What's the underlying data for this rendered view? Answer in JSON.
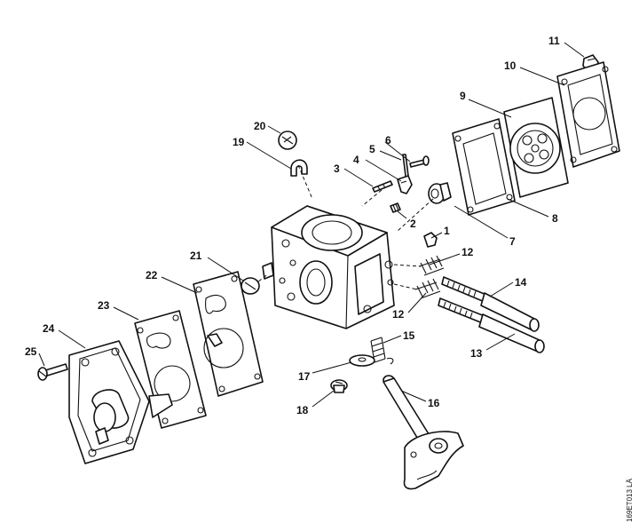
{
  "diagram": {
    "callouts": [
      "1",
      "2",
      "3",
      "4",
      "5",
      "6",
      "7",
      "8",
      "9",
      "10",
      "11",
      "12",
      "12",
      "13",
      "14",
      "15",
      "16",
      "17",
      "18",
      "19",
      "20",
      "21",
      "22",
      "23",
      "24",
      "25"
    ],
    "drawing_code": "169ET013 LÄ"
  }
}
